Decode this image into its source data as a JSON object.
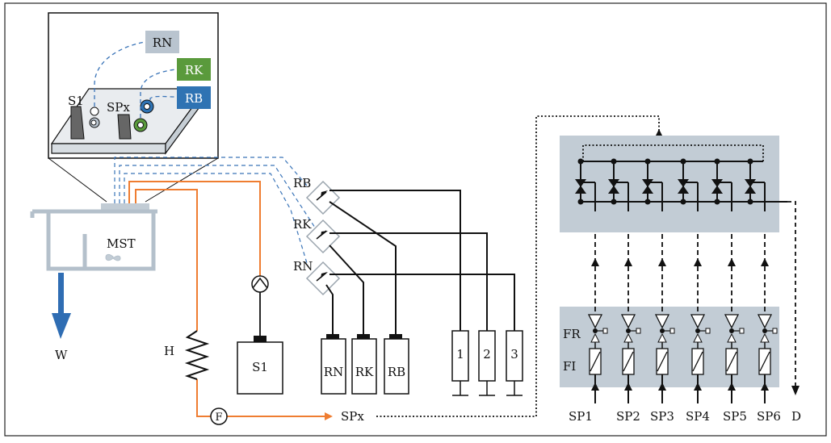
{
  "labels": {
    "inset_rn": "RN",
    "inset_rk": "RK",
    "inset_rb": "RB",
    "inset_s1": "S1",
    "inset_spx": "SPx",
    "mst": "MST",
    "w": "W",
    "h": "H",
    "f": "F",
    "s1": "S1",
    "valve_rb": "RB",
    "valve_rk": "RK",
    "valve_rn": "RN",
    "bottle_rn": "RN",
    "bottle_rk": "RK",
    "bottle_rb": "RB",
    "syr1": "1",
    "syr2": "2",
    "syr3": "3",
    "spx": "SPx",
    "fr": "FR",
    "fi": "FI",
    "d": "D",
    "sp": [
      "SP1",
      "SP2",
      "SP3",
      "SP4",
      "SP5",
      "SP6"
    ]
  },
  "colors": {
    "rn_box": "#b9c4cf",
    "rk_box": "#5a9a3c",
    "rb_box": "#2f73b3",
    "panel": "#c2ccd5",
    "orange": "#ef7d31",
    "blue_dash": "#3a74b8",
    "arrow_blue": "#2f6db3"
  }
}
